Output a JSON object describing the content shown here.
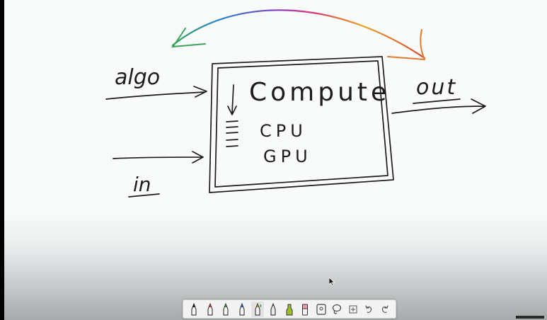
{
  "whiteboard": {
    "inputs": {
      "algo": "algo",
      "in": "in"
    },
    "box": {
      "title": "Compute",
      "lines": [
        "CPU",
        "GPU"
      ]
    },
    "output": "out"
  },
  "toolbar": {
    "tools": [
      {
        "name": "black-pen",
        "color": "#1a1a1a"
      },
      {
        "name": "red-pen",
        "color": "#d9342b"
      },
      {
        "name": "green-pen",
        "color": "#2b8a3e"
      },
      {
        "name": "blue-pen",
        "color": "#1f5fbf"
      },
      {
        "name": "rainbow-pen",
        "color": "#b58a2b"
      },
      {
        "name": "pencil",
        "color": "#444444"
      },
      {
        "name": "highlighter",
        "color": "#9bbf2a"
      },
      {
        "name": "eraser",
        "color": "#f09aa8"
      },
      {
        "name": "ruler",
        "color": "#555555"
      },
      {
        "name": "lasso",
        "color": "#555555"
      },
      {
        "name": "add-space",
        "color": "#555555"
      },
      {
        "name": "undo",
        "color": "#555555"
      },
      {
        "name": "redo",
        "color": "#555555"
      }
    ]
  }
}
